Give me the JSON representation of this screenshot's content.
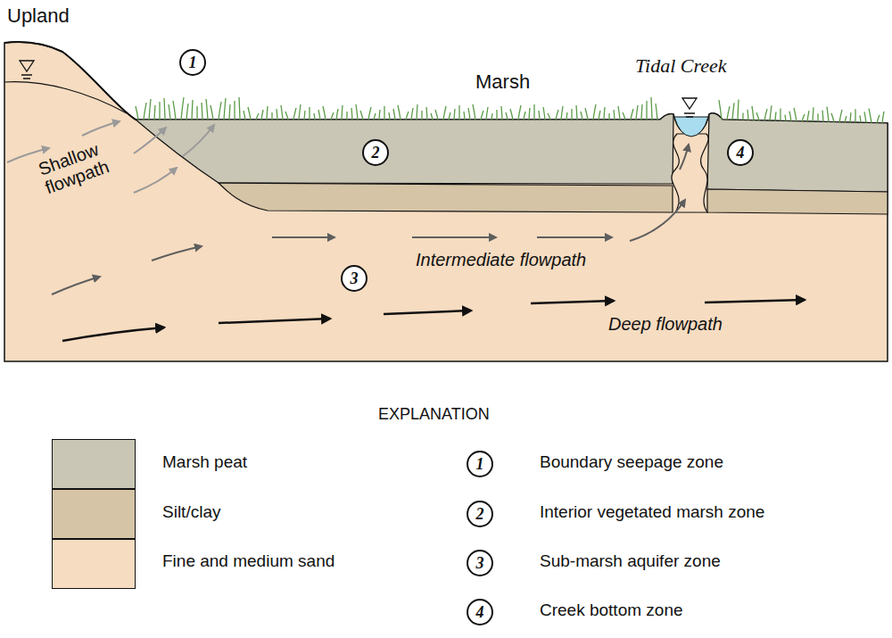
{
  "diagram": {
    "labels": [
      "Upland",
      "1",
      "Marsh",
      "Tidal Creek",
      "2",
      "4",
      "Shallow flowpath",
      "3",
      "Intermediate flowpath",
      "Deep flowpath",
      "EXPLANATION",
      "1",
      "2",
      "3",
      "4"
    ],
    "legend": [
      {
        "text": "Marsh peat",
        "color": "#c9c6b5"
      },
      {
        "text": "Silt/clay",
        "color": "#d5c4a6"
      },
      {
        "text": "Fine and medium sand",
        "color": "#f6dcc1"
      },
      {
        "text": "Boundary seepage zone"
      },
      {
        "text": "Interior vegetated marsh zone"
      },
      {
        "text": "Sub-marsh aquifer zone"
      },
      {
        "text": "Creek bottom zone"
      }
    ]
  }
}
